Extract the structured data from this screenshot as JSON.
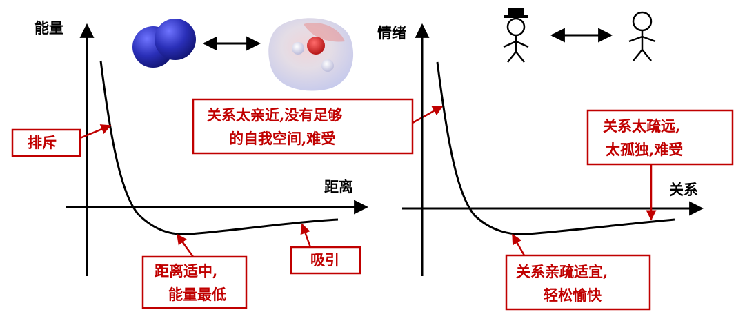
{
  "left_panel": {
    "y_axis_label": "能量",
    "x_axis_label": "距离",
    "repulsion_label": "排斥",
    "minimum_label_line1": "距离适中,",
    "minimum_label_line2": "能量最低",
    "attraction_label": "吸引",
    "too_close_line1": "关系太亲近,没有足够",
    "too_close_line2": "的自我空间,难受"
  },
  "right_panel": {
    "y_axis_label": "情绪",
    "x_axis_label": "关系",
    "too_far_line1": "关系太疏远,",
    "too_far_line2": "太孤独,难受",
    "balanced_line1": "关系亲疏适宜,",
    "balanced_line2": "轻松愉快"
  },
  "colors": {
    "accent": "#c00000",
    "molecule_blue": "#2a2fb8",
    "axis": "#000000"
  },
  "icons": [
    "nitrogen-molecule-icon",
    "water-molecule-icon",
    "person-with-hat-icon",
    "person-icon"
  ]
}
